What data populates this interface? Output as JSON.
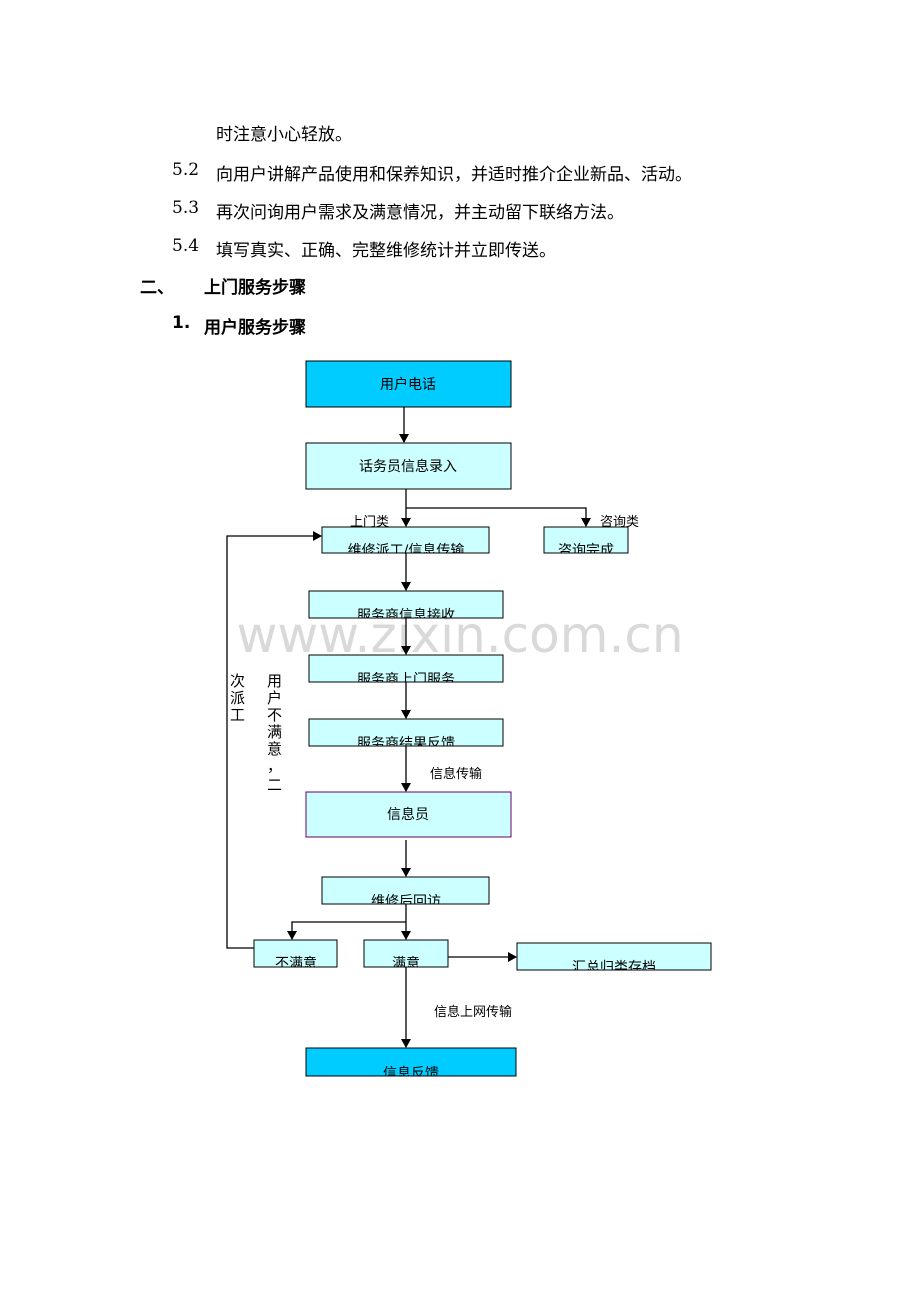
{
  "paragraphs": {
    "line_cont": "时注意小心轻放。",
    "item_5_2": {
      "num": "5.2",
      "text": "向用户讲解产品使用和保养知识，并适时推介企业新品、活动。"
    },
    "item_5_3": {
      "num": "5.3",
      "text": "再次问询用户需求及满意情况，并主动留下联络方法。"
    },
    "item_5_4": {
      "num": "5.4",
      "text": "填写真实、正确、完整维修统计并立即传送。"
    }
  },
  "section2": {
    "num": "二、",
    "title": "上门服务步骤"
  },
  "subsection1": {
    "num": "1.",
    "title": "用户服务步骤"
  },
  "flowchart": {
    "phone": "用户电话",
    "entry": "话务员信息录入",
    "branch_onsite": "上门类",
    "branch_consult": "咨询类",
    "dispatch": "维修派工/信息传输",
    "consult_done": "咨询完成",
    "provider_receive": "服务商信息接收",
    "provider_visit": "服务商上门服务",
    "provider_feedback": "服务商结果反馈",
    "info_transfer": "信息传输",
    "info_staff": "信息员",
    "revisit": "维修后回访",
    "unsatisfied": "不满意",
    "satisfied": "满意",
    "archive": "汇总归类存档",
    "online_transfer": "信息上网传输",
    "info_feedback": "信息反馈",
    "loop_label_left": [
      "次",
      "派",
      "工"
    ],
    "loop_label_right": [
      "用",
      "户",
      "不",
      "满",
      "意",
      "，",
      "二"
    ]
  },
  "watermark": "www.zixin.com.cn",
  "colors": {
    "primary_box": "#00ccff",
    "secondary_box": "#ccffff",
    "info_staff_border": "#660066"
  }
}
